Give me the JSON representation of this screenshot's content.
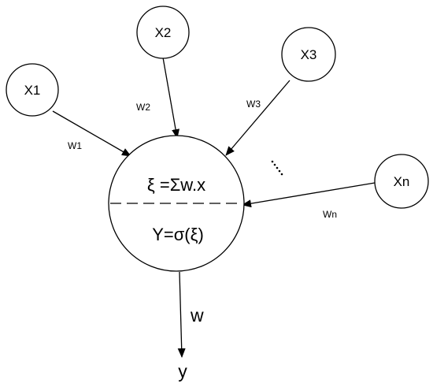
{
  "inputs": [
    {
      "label": "X1",
      "weight": "W1"
    },
    {
      "label": "X2",
      "weight": "W2"
    },
    {
      "label": "X3",
      "weight": "W3"
    },
    {
      "label": "Xn",
      "weight": "Wn"
    }
  ],
  "neuron": {
    "sum_formula": "ξ =Σw.x",
    "activation_formula": "Y=σ(ξ)"
  },
  "output": {
    "weight": "w",
    "label": "y"
  },
  "ellipsis": "....."
}
